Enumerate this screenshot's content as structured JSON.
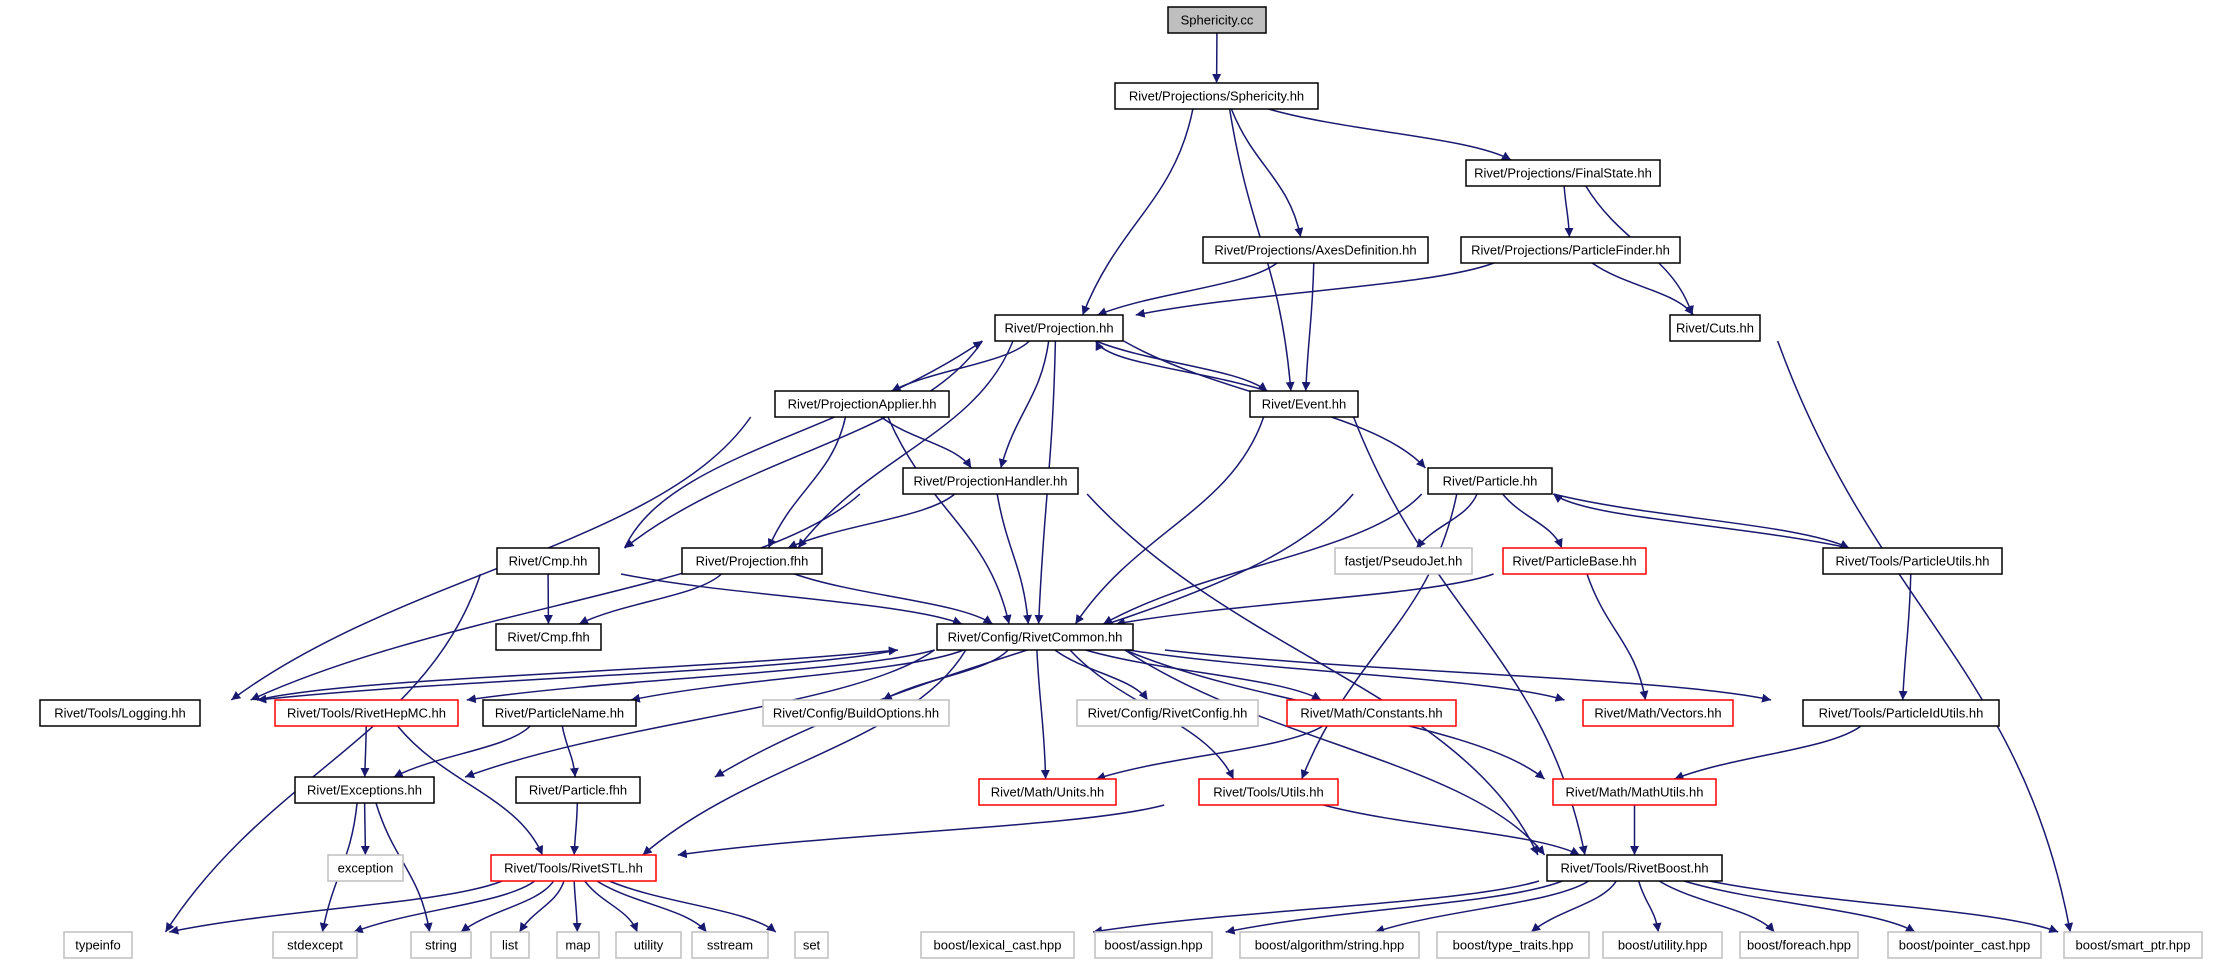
{
  "colors": {
    "edge": "#191970",
    "border_normal": "#000000",
    "border_missing": "#bfbfbf",
    "border_truncated": "#ff0000",
    "root_fill": "#bfbfbf",
    "node_fill": "#ffffff"
  },
  "nodes": [
    {
      "id": "sphericity_cc",
      "label": "Sphericity.cc",
      "kind": "root"
    },
    {
      "id": "sphericity_hh",
      "label": "Rivet/Projections/Sphericity.hh",
      "kind": "normal"
    },
    {
      "id": "finalstate_hh",
      "label": "Rivet/Projections/FinalState.hh",
      "kind": "normal"
    },
    {
      "id": "axesdefinition_hh",
      "label": "Rivet/Projections/AxesDefinition.hh",
      "kind": "normal"
    },
    {
      "id": "particlefinder_hh",
      "label": "Rivet/Projections/ParticleFinder.hh",
      "kind": "normal"
    },
    {
      "id": "projection_hh",
      "label": "Rivet/Projection.hh",
      "kind": "normal"
    },
    {
      "id": "cuts_hh",
      "label": "Rivet/Cuts.hh",
      "kind": "normal"
    },
    {
      "id": "projectionapplier_hh",
      "label": "Rivet/ProjectionApplier.hh",
      "kind": "normal"
    },
    {
      "id": "event_hh",
      "label": "Rivet/Event.hh",
      "kind": "normal"
    },
    {
      "id": "projectionhandler_hh",
      "label": "Rivet/ProjectionHandler.hh",
      "kind": "normal"
    },
    {
      "id": "particle_hh",
      "label": "Rivet/Particle.hh",
      "kind": "normal"
    },
    {
      "id": "cmp_hh",
      "label": "Rivet/Cmp.hh",
      "kind": "normal"
    },
    {
      "id": "projection_fhh",
      "label": "Rivet/Projection.fhh",
      "kind": "normal"
    },
    {
      "id": "pseudojet_hh",
      "label": "fastjet/PseudoJet.hh",
      "kind": "missing"
    },
    {
      "id": "particlebase_hh",
      "label": "Rivet/ParticleBase.hh",
      "kind": "truncated"
    },
    {
      "id": "particleutils_hh",
      "label": "Rivet/Tools/ParticleUtils.hh",
      "kind": "normal"
    },
    {
      "id": "cmp_fhh",
      "label": "Rivet/Cmp.fhh",
      "kind": "normal"
    },
    {
      "id": "rivetcommon_hh",
      "label": "Rivet/Config/RivetCommon.hh",
      "kind": "normal"
    },
    {
      "id": "logging_hh",
      "label": "Rivet/Tools/Logging.hh",
      "kind": "normal"
    },
    {
      "id": "rivethepmc_hh",
      "label": "Rivet/Tools/RivetHepMC.hh",
      "kind": "truncated"
    },
    {
      "id": "particlename_hh",
      "label": "Rivet/ParticleName.hh",
      "kind": "normal"
    },
    {
      "id": "buildoptions_hh",
      "label": "Rivet/Config/BuildOptions.hh",
      "kind": "missing"
    },
    {
      "id": "rivetconfig_hh",
      "label": "Rivet/Config/RivetConfig.hh",
      "kind": "missing"
    },
    {
      "id": "constants_hh",
      "label": "Rivet/Math/Constants.hh",
      "kind": "truncated"
    },
    {
      "id": "vectors_hh",
      "label": "Rivet/Math/Vectors.hh",
      "kind": "truncated"
    },
    {
      "id": "particleidutils_hh",
      "label": "Rivet/Tools/ParticleIdUtils.hh",
      "kind": "normal"
    },
    {
      "id": "exceptions_hh",
      "label": "Rivet/Exceptions.hh",
      "kind": "normal"
    },
    {
      "id": "particle_fhh",
      "label": "Rivet/Particle.fhh",
      "kind": "normal"
    },
    {
      "id": "units_hh",
      "label": "Rivet/Math/Units.hh",
      "kind": "truncated"
    },
    {
      "id": "utils_hh",
      "label": "Rivet/Tools/Utils.hh",
      "kind": "truncated"
    },
    {
      "id": "mathutils_hh",
      "label": "Rivet/Math/MathUtils.hh",
      "kind": "truncated"
    },
    {
      "id": "exception",
      "label": "exception",
      "kind": "missing"
    },
    {
      "id": "rivetstl_hh",
      "label": "Rivet/Tools/RivetSTL.hh",
      "kind": "truncated"
    },
    {
      "id": "rivetboost_hh",
      "label": "Rivet/Tools/RivetBoost.hh",
      "kind": "normal"
    },
    {
      "id": "typeinfo",
      "label": "typeinfo",
      "kind": "missing"
    },
    {
      "id": "stdexcept",
      "label": "stdexcept",
      "kind": "missing"
    },
    {
      "id": "string",
      "label": "string",
      "kind": "missing"
    },
    {
      "id": "list",
      "label": "list",
      "kind": "missing"
    },
    {
      "id": "map",
      "label": "map",
      "kind": "missing"
    },
    {
      "id": "utility",
      "label": "utility",
      "kind": "missing"
    },
    {
      "id": "sstream",
      "label": "sstream",
      "kind": "missing"
    },
    {
      "id": "set",
      "label": "set",
      "kind": "missing"
    },
    {
      "id": "lexical_cast",
      "label": "boost/lexical_cast.hpp",
      "kind": "missing"
    },
    {
      "id": "assign",
      "label": "boost/assign.hpp",
      "kind": "missing"
    },
    {
      "id": "algorithm_string",
      "label": "boost/algorithm/string.hpp",
      "kind": "missing"
    },
    {
      "id": "type_traits",
      "label": "boost/type_traits.hpp",
      "kind": "missing"
    },
    {
      "id": "boost_utility",
      "label": "boost/utility.hpp",
      "kind": "missing"
    },
    {
      "id": "foreach",
      "label": "boost/foreach.hpp",
      "kind": "missing"
    },
    {
      "id": "pointer_cast",
      "label": "boost/pointer_cast.hpp",
      "kind": "missing"
    },
    {
      "id": "smart_ptr",
      "label": "boost/smart_ptr.hpp",
      "kind": "missing"
    }
  ],
  "edges": [
    [
      "sphericity_cc",
      "sphericity_hh"
    ],
    [
      "sphericity_hh",
      "projection_hh"
    ],
    [
      "sphericity_hh",
      "event_hh"
    ],
    [
      "sphericity_hh",
      "axesdefinition_hh"
    ],
    [
      "sphericity_hh",
      "finalstate_hh"
    ],
    [
      "finalstate_hh",
      "particlefinder_hh"
    ],
    [
      "finalstate_hh",
      "cuts_hh"
    ],
    [
      "axesdefinition_hh",
      "projection_hh"
    ],
    [
      "axesdefinition_hh",
      "event_hh"
    ],
    [
      "particlefinder_hh",
      "projection_hh"
    ],
    [
      "particlefinder_hh",
      "cuts_hh"
    ],
    [
      "cuts_hh",
      "smart_ptr"
    ],
    [
      "projection_hh",
      "projectionapplier_hh"
    ],
    [
      "projection_hh",
      "event_hh"
    ],
    [
      "event_hh",
      "projection_hh"
    ],
    [
      "projection_hh",
      "projectionhandler_hh"
    ],
    [
      "projection_hh",
      "particle_hh"
    ],
    [
      "projection_hh",
      "cmp_hh"
    ],
    [
      "cmp_hh",
      "projection_hh"
    ],
    [
      "projection_hh",
      "projection_fhh"
    ],
    [
      "projection_hh",
      "rivetcommon_hh"
    ],
    [
      "event_hh",
      "rivetcommon_hh"
    ],
    [
      "event_hh",
      "rivetboost_hh"
    ],
    [
      "projectionapplier_hh",
      "projectionhandler_hh"
    ],
    [
      "projectionapplier_hh",
      "projection_fhh"
    ],
    [
      "projectionapplier_hh",
      "rivetcommon_hh"
    ],
    [
      "projectionapplier_hh",
      "logging_hh"
    ],
    [
      "projectionhandler_hh",
      "projection_fhh"
    ],
    [
      "projectionhandler_hh",
      "rivetcommon_hh"
    ],
    [
      "projectionhandler_hh",
      "logging_hh"
    ],
    [
      "projectionhandler_hh",
      "rivetboost_hh"
    ],
    [
      "particle_hh",
      "pseudojet_hh"
    ],
    [
      "particle_hh",
      "particlebase_hh"
    ],
    [
      "particle_hh",
      "particleutils_hh"
    ],
    [
      "particleutils_hh",
      "particle_hh"
    ],
    [
      "particle_hh",
      "rivetcommon_hh"
    ],
    [
      "particle_hh",
      "particle_fhh"
    ],
    [
      "particle_hh",
      "utils_hh"
    ],
    [
      "particlebase_hh",
      "rivetcommon_hh"
    ],
    [
      "particlebase_hh",
      "vectors_hh"
    ],
    [
      "particleutils_hh",
      "particleidutils_hh"
    ],
    [
      "cmp_hh",
      "cmp_fhh"
    ],
    [
      "cmp_hh",
      "rivetcommon_hh"
    ],
    [
      "cmp_hh",
      "typeinfo"
    ],
    [
      "projection_fhh",
      "cmp_fhh"
    ],
    [
      "projection_fhh",
      "rivetcommon_hh"
    ],
    [
      "rivetcommon_hh",
      "logging_hh"
    ],
    [
      "logging_hh",
      "rivetcommon_hh"
    ],
    [
      "rivetcommon_hh",
      "rivethepmc_hh"
    ],
    [
      "rivetcommon_hh",
      "particlename_hh"
    ],
    [
      "rivetcommon_hh",
      "buildoptions_hh"
    ],
    [
      "rivetcommon_hh",
      "rivetconfig_hh"
    ],
    [
      "rivetcommon_hh",
      "constants_hh"
    ],
    [
      "rivetcommon_hh",
      "vectors_hh"
    ],
    [
      "rivetcommon_hh",
      "particleidutils_hh"
    ],
    [
      "rivetcommon_hh",
      "exceptions_hh"
    ],
    [
      "rivetcommon_hh",
      "units_hh"
    ],
    [
      "rivetcommon_hh",
      "utils_hh"
    ],
    [
      "rivetcommon_hh",
      "mathutils_hh"
    ],
    [
      "rivetcommon_hh",
      "rivetstl_hh"
    ],
    [
      "rivetcommon_hh",
      "rivetboost_hh"
    ],
    [
      "rivethepmc_hh",
      "exceptions_hh"
    ],
    [
      "rivethepmc_hh",
      "rivetstl_hh"
    ],
    [
      "particlename_hh",
      "exceptions_hh"
    ],
    [
      "particlename_hh",
      "particle_fhh"
    ],
    [
      "constants_hh",
      "units_hh"
    ],
    [
      "particleidutils_hh",
      "mathutils_hh"
    ],
    [
      "exceptions_hh",
      "exception"
    ],
    [
      "exceptions_hh",
      "stdexcept"
    ],
    [
      "exceptions_hh",
      "string"
    ],
    [
      "particle_fhh",
      "rivetstl_hh"
    ],
    [
      "utils_hh",
      "rivetstl_hh"
    ],
    [
      "utils_hh",
      "rivetboost_hh"
    ],
    [
      "mathutils_hh",
      "rivetboost_hh"
    ],
    [
      "rivetstl_hh",
      "typeinfo"
    ],
    [
      "rivetstl_hh",
      "stdexcept"
    ],
    [
      "rivetstl_hh",
      "string"
    ],
    [
      "rivetstl_hh",
      "list"
    ],
    [
      "rivetstl_hh",
      "map"
    ],
    [
      "rivetstl_hh",
      "utility"
    ],
    [
      "rivetstl_hh",
      "sstream"
    ],
    [
      "rivetstl_hh",
      "set"
    ],
    [
      "rivetboost_hh",
      "lexical_cast"
    ],
    [
      "rivetboost_hh",
      "assign"
    ],
    [
      "rivetboost_hh",
      "algorithm_string"
    ],
    [
      "rivetboost_hh",
      "type_traits"
    ],
    [
      "rivetboost_hh",
      "boost_utility"
    ],
    [
      "rivetboost_hh",
      "foreach"
    ],
    [
      "rivetboost_hh",
      "pointer_cast"
    ],
    [
      "rivetboost_hh",
      "smart_ptr"
    ]
  ]
}
